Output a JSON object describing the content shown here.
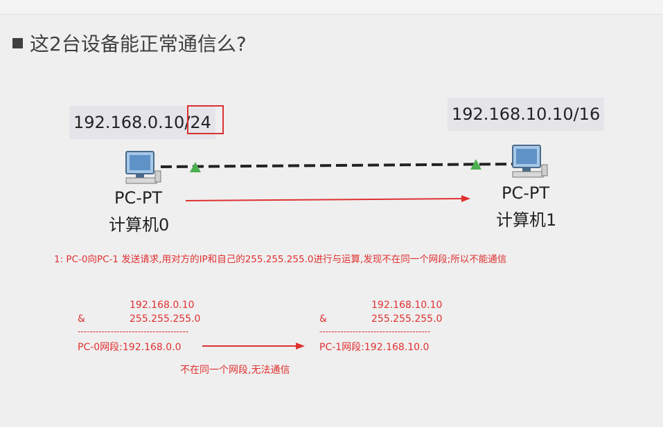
{
  "title": "这2台设备能正常通信么?",
  "pc0": {
    "ip_prefix": "192.168.0.10/",
    "ip_mask": "24",
    "model": "PC-PT",
    "name": "计算机0"
  },
  "pc1": {
    "ip": "192.168.10.10/16",
    "model": "PC-PT",
    "name": "计算机1"
  },
  "note": "1:  PC-0向PC-1 发送请求,用对方的IP和自己的255.255.255.0进行与运算,发现不在同一个网段;所以不能通信",
  "calc_left": {
    "ip": "192.168.0.10",
    "op": "&",
    "mask": "255.255.255.0",
    "dashes": "-------------------------------------",
    "result": "PC-0网段:192.168.0.0"
  },
  "calc_right": {
    "ip": "192.168.10.10",
    "op": "&",
    "mask": "255.255.255.0",
    "dashes": "-------------------------------------",
    "result": "PC-1网段:192.168.10.0"
  },
  "conclusion": "不在同一个网段,无法通信",
  "colors": {
    "accent_red": "#e03030",
    "link_green": "#4caf50",
    "link_dash": "#222222"
  }
}
